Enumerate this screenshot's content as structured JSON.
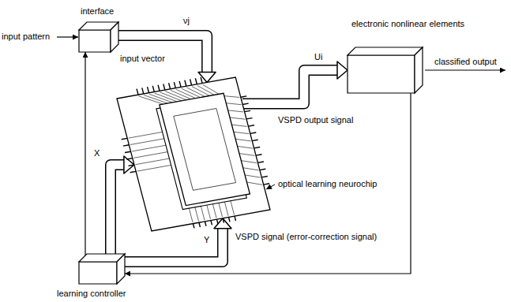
{
  "diagram": {
    "nodes": [
      {
        "text": [
          "interface"
        ]
      },
      {
        "text": [
          "optical learning neurochip"
        ]
      },
      {
        "text": [
          "electronic nonlinear elements"
        ]
      },
      {
        "text": [
          "learning controller"
        ]
      }
    ],
    "edges": [
      {
        "from": 0,
        "to": 1,
        "label": "input vector",
        "arrow": "to"
      },
      {
        "from": 1,
        "to": 2,
        "label": "VSPD output signal",
        "arrow": "to"
      },
      {
        "from": 3,
        "to": 1,
        "label": "VSPD signal (error-correction signal)",
        "arrow": "to"
      },
      {
        "from": 3,
        "to": 1,
        "arrow": "to"
      },
      {
        "from": 2,
        "to": 3,
        "arrow": "to"
      },
      {
        "from": 3,
        "to": 0,
        "arrow": "to"
      }
    ],
    "labels": [
      "input pattern",
      "νj",
      "Ui",
      "classified output",
      "X",
      "Y"
    ]
  }
}
